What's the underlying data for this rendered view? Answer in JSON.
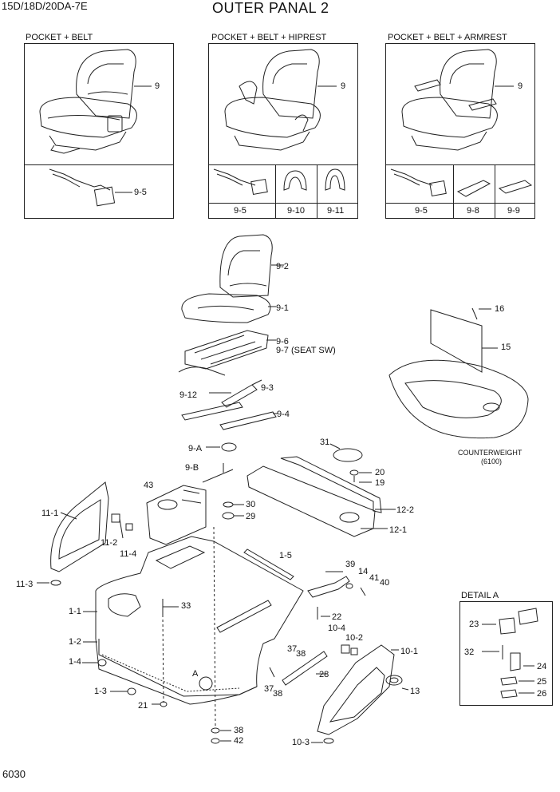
{
  "header": {
    "model": "15D/18D/20DA-7E",
    "title": "OUTER PANAL 2",
    "page_number": "6030"
  },
  "options": [
    {
      "title": "POCKET + BELT",
      "seat_label": "9",
      "parts": [
        "9-5"
      ]
    },
    {
      "title": "POCKET + BELT + HIPREST",
      "seat_label": "9",
      "parts": [
        "9-5",
        "9-10",
        "9-11"
      ]
    },
    {
      "title": "POCKET + BELT + ARMREST",
      "seat_label": "9",
      "parts": [
        "9-5",
        "9-8",
        "9-9"
      ]
    }
  ],
  "counterweight": {
    "label": "COUNTERWEIGHT",
    "sub": "(6100)",
    "parts": [
      "16",
      "15"
    ]
  },
  "detail": {
    "title": "DETAIL A",
    "parts": [
      "23",
      "32",
      "24",
      "25",
      "26"
    ]
  },
  "callouts": {
    "c_9_2": "9-2",
    "c_9_1": "9-1",
    "c_9_6": "9-6",
    "c_9_7": "9-7 (SEAT SW)",
    "c_9_12": "9-12",
    "c_9_3": "9-3",
    "c_9_4": "9-4",
    "c_9_A": "9-A",
    "c_9_B": "9-B",
    "c_43": "43",
    "c_30": "30",
    "c_29": "29",
    "c_31": "31",
    "c_20": "20",
    "c_19": "19",
    "c_12_2": "12-2",
    "c_12_1": "12-1",
    "c_11_1": "11-1",
    "c_11_2": "11-2",
    "c_11_4": "11-4",
    "c_11_3": "11-3",
    "c_1_5": "1-5",
    "c_39": "39",
    "c_14": "14",
    "c_41": "41",
    "c_40": "40",
    "c_33": "33",
    "c_22": "22",
    "c_1_1": "1-1",
    "c_1_2": "1-2",
    "c_1_4": "1-4",
    "c_1_3": "1-3",
    "c_21": "21",
    "c_A": "A",
    "c_10_4": "10-4",
    "c_10_2": "10-2",
    "c_10_1": "10-1",
    "c_37a": "37",
    "c_38a": "38",
    "c_28": "28",
    "c_37b": "37",
    "c_38b": "38",
    "c_13": "13",
    "c_38c": "38",
    "c_42": "42",
    "c_10_3": "10-3"
  }
}
